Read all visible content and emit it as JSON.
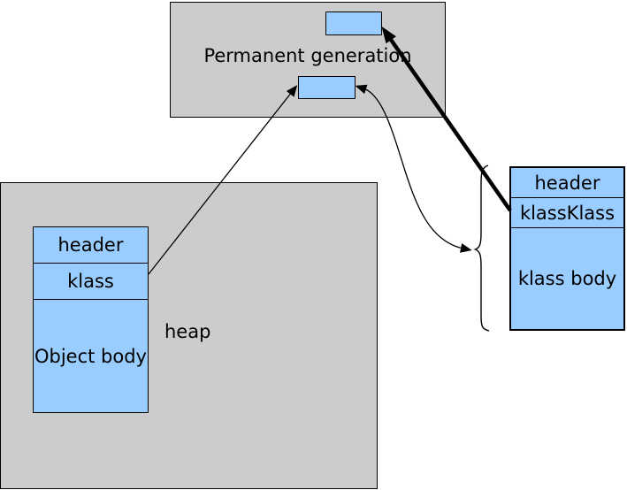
{
  "colors": {
    "background": "#ffffff",
    "region_fill": "#cccccc",
    "cell_fill": "#99ccff",
    "border": "#000000",
    "line": "#000000"
  },
  "permanent_generation": {
    "label": "Permanent generation"
  },
  "heap": {
    "label": "heap"
  },
  "object_box": {
    "cells": [
      {
        "label": "header"
      },
      {
        "label": "klass"
      },
      {
        "label": "Object body"
      }
    ]
  },
  "klass_box": {
    "cells": [
      {
        "label": "header"
      },
      {
        "label": "klassKlass"
      },
      {
        "label": "klass body"
      }
    ]
  },
  "edges": [
    {
      "from": "object-klass-cell",
      "to": "permgen-klass-pointer-box",
      "type": "thin-arrow"
    },
    {
      "from": "permgen-klass-pointer-box",
      "to": "klass-struct-brace",
      "type": "curved-arrow-both-ends"
    },
    {
      "from": "klassklass-cell",
      "to": "permgen-klassklass-pointer-box",
      "type": "thick-arrow"
    }
  ]
}
